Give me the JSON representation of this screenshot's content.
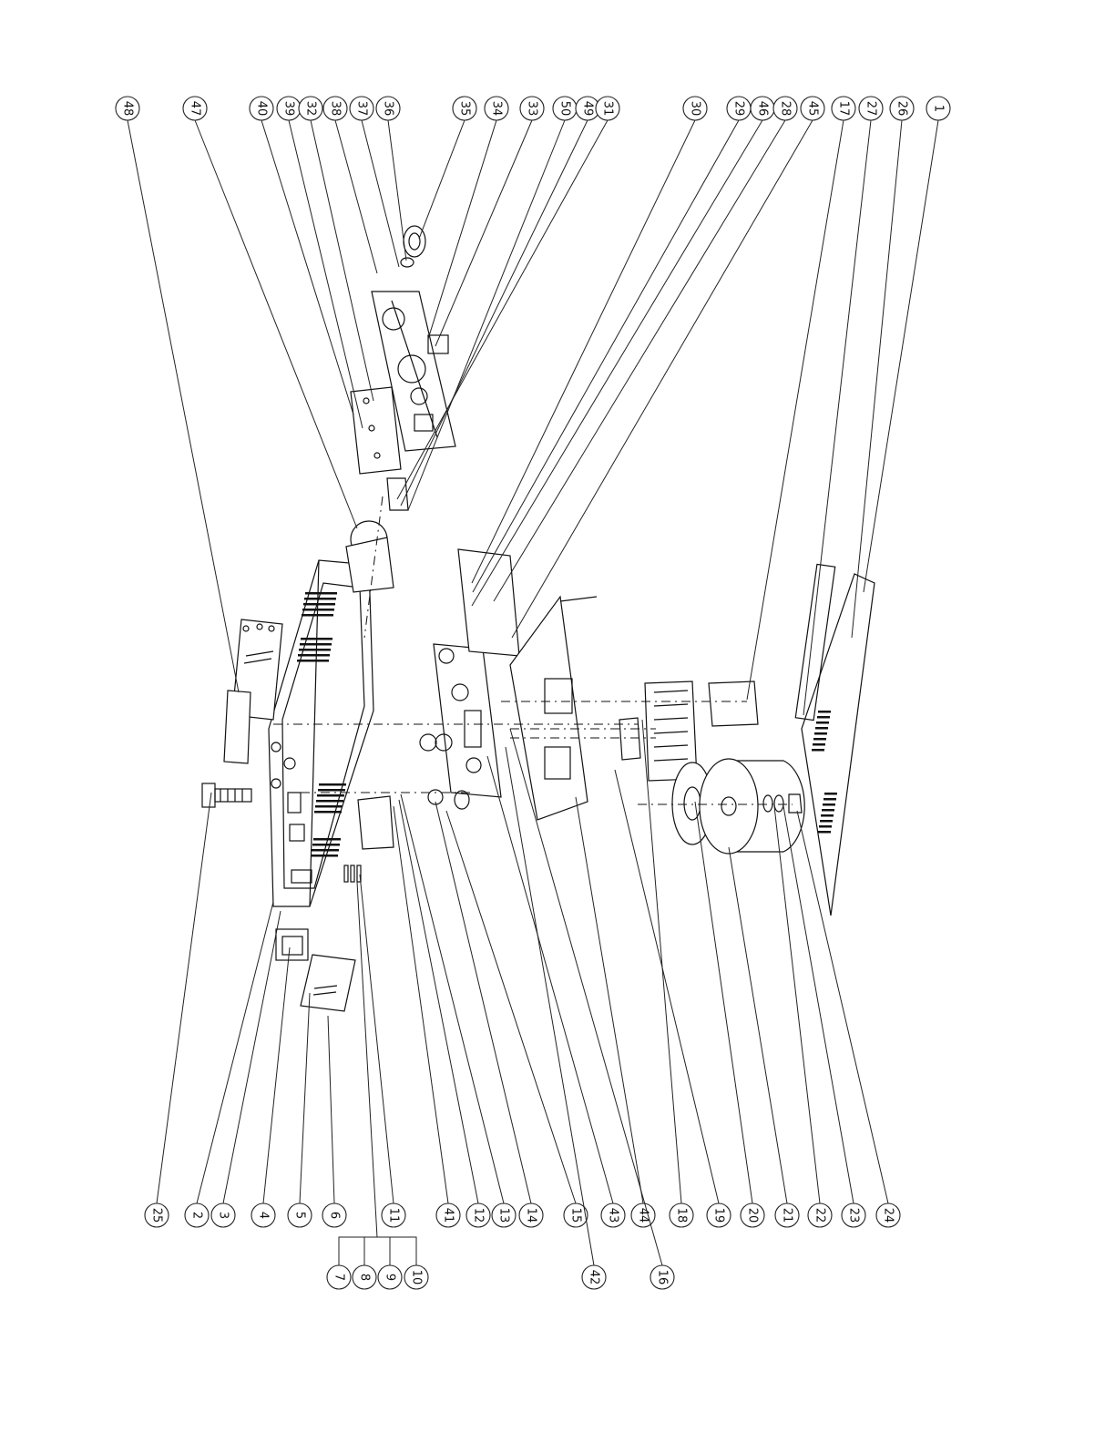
{
  "diagram": {
    "type": "exploded-assembly",
    "orientation": "rotated-90",
    "callouts": {
      "top_row": [
        "48",
        "47",
        "40",
        "39",
        "32",
        "38",
        "37",
        "36",
        "35",
        "34",
        "33",
        "50",
        "49",
        "31",
        "30",
        "29",
        "46",
        "28",
        "45",
        "17",
        "27",
        "26",
        "1"
      ],
      "bottom_row": [
        "25",
        "2",
        "3",
        "4",
        "5",
        "6",
        "11",
        "41",
        "12",
        "13",
        "14",
        "15",
        "43",
        "44",
        "18",
        "19",
        "20",
        "21",
        "22",
        "23",
        "24"
      ],
      "sub_group": [
        "7",
        "8",
        "9",
        "10"
      ],
      "lower_extra": [
        "42",
        "16"
      ]
    }
  }
}
